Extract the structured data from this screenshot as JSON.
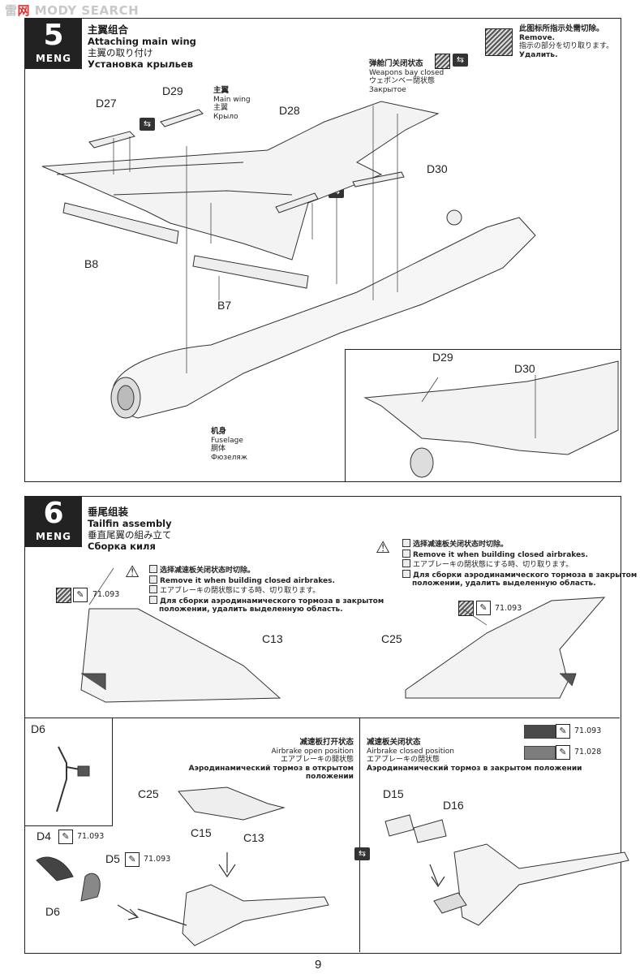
{
  "watermark": {
    "prefix": "雷",
    "accent": "网",
    "text": "MODY SEARCH"
  },
  "step5": {
    "number": "5",
    "brand": "MENG",
    "title_zh": "主翼组合",
    "title_en": "Attaching main wing",
    "title_ja": "主翼の取り付け",
    "title_ru": "Установка крыльев",
    "remove_note": {
      "zh": "此图标所指示处需切除。",
      "en": "Remove.",
      "ja": "指示の部分を切り取ります。",
      "ru": "Удалить."
    },
    "weapons_bay": {
      "zh": "弹舱门关闭状态",
      "en": "Weapons bay closed",
      "ja": "ウェポンベー閉状態",
      "ru": "Закрытое"
    },
    "main_wing": {
      "zh": "主翼",
      "en": "Main wing",
      "ja": "主翼",
      "ru": "Крыло"
    },
    "fuselage": {
      "zh": "机身",
      "en": "Fuselage",
      "ja": "胴体",
      "ru": "Фюзеляж"
    },
    "parts": {
      "d27": "D27",
      "d29": "D29",
      "d28": "D28",
      "d30": "D30",
      "b8": "B8",
      "b7": "B7"
    },
    "inset_parts": {
      "d29": "D29",
      "d30": "D30"
    }
  },
  "step6": {
    "number": "6",
    "brand": "MENG",
    "title_zh": "垂尾组装",
    "title_en": "Tailfin assembly",
    "title_ja": "垂直尾翼の組み立て",
    "title_ru": "Сборка киля",
    "airbrake_note_left": {
      "zh": "选择减速板关闭状态时切除。",
      "en": "Remove it when building closed airbrakes.",
      "ja": "エアブレーキの閉状態にする時、切り取ります。",
      "ru1": "Для сборки аэродинамического тормоза в закрытом",
      "ru2": "положении, удалить выделенную область."
    },
    "airbrake_note_right": {
      "zh": "选择减速板关闭状态时切除。",
      "en": "Remove it when building closed airbrakes.",
      "ja": "エアブレーキの閉状態にする時、切り取ります。",
      "ru1": "Для сборки аэродинамического тормоза в закрытом",
      "ru2": "положении, удалить выделенную область."
    },
    "paint_left": "71.093",
    "paint_right": "71.093",
    "parts": {
      "c13": "C13",
      "c25": "C25"
    },
    "airbrake_open": {
      "zh": "减速板打开状态",
      "en": "Airbrake open position",
      "ja": "エアブレーキの開状態",
      "ru": "Аэродинамический тормоз в открытом положении"
    },
    "airbrake_closed": {
      "zh": "减速板关闭状态",
      "en": "Airbrake closed position",
      "ja": "エアブレーキの閉状態",
      "ru": "Аэродинамический тормоз в закрытом положении"
    },
    "swatches": [
      {
        "code": "71.093",
        "color": "#4a4a4a"
      },
      {
        "code": "71.028",
        "color": "#7d7d7d"
      }
    ],
    "sub_parts": {
      "d6_top": "D6",
      "d4": "D4",
      "d4_paint": "71.093",
      "d5": "D5",
      "d5_paint": "71.093",
      "d6_bottom": "D6",
      "c25": "C25",
      "c15": "C15",
      "c13": "C13",
      "d15": "D15",
      "d16": "D16"
    }
  },
  "page_number": "9"
}
